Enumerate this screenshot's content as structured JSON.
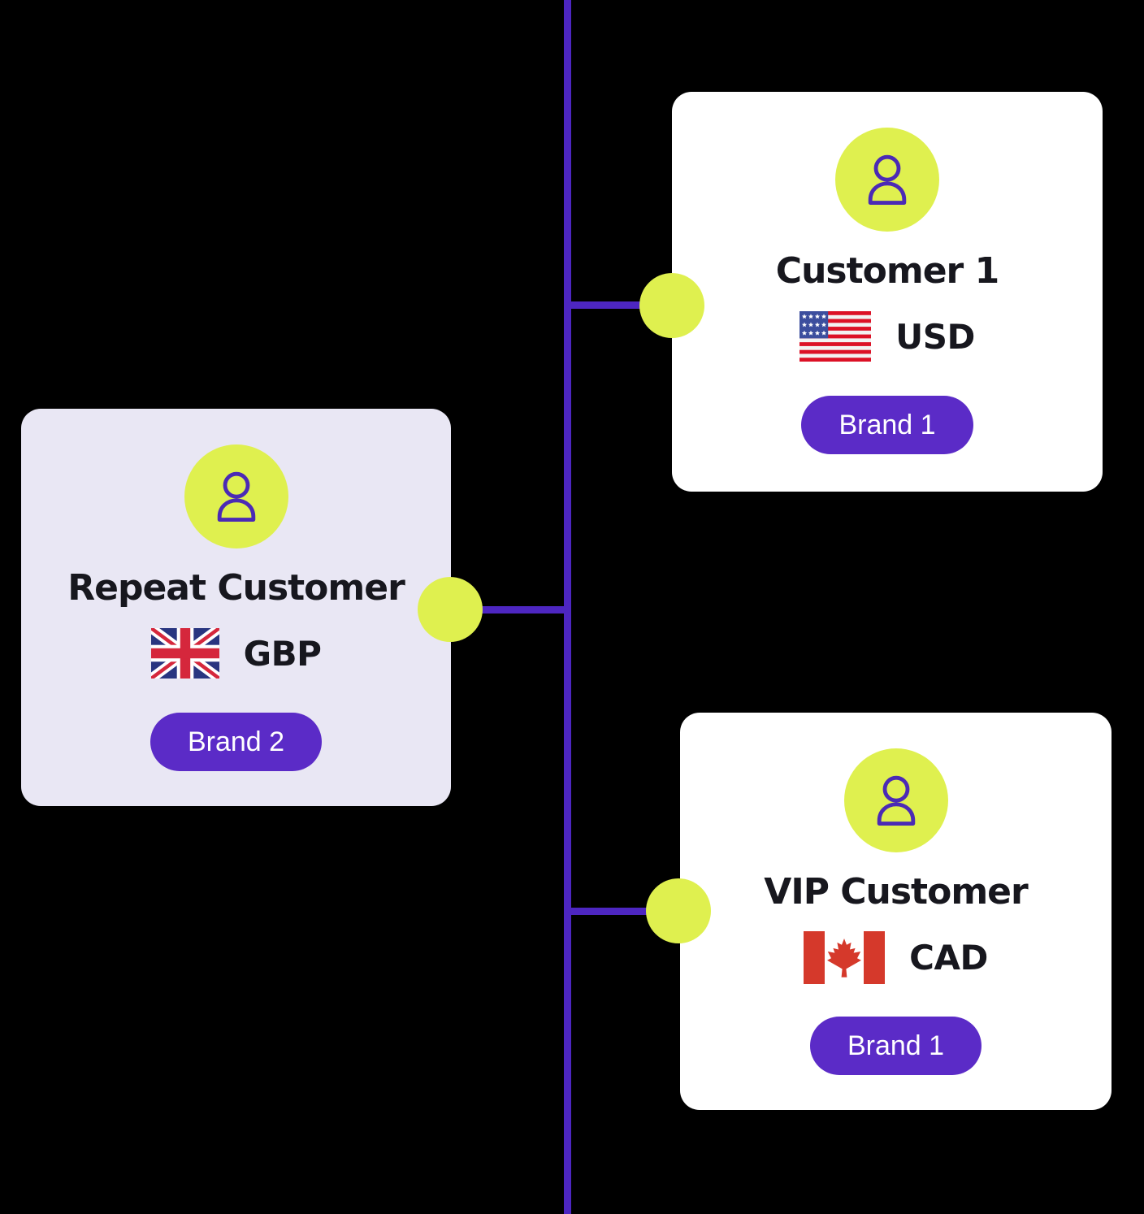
{
  "colors": {
    "background": "#000000",
    "connector_purple": "#4D26C1",
    "node_lime": "#DFF04F",
    "badge_purple": "#5B2BC7",
    "card_white": "#FFFFFF",
    "card_lavender": "#E9E7F4",
    "text_dark": "#17171E",
    "avatar_outline_purple": "#4B2AB5",
    "us_flag_red": "#DC1126",
    "us_flag_blue": "#3C4E9E",
    "gb_flag_navy": "#293580",
    "gb_flag_red": "#D5273C",
    "ca_flag_red": "#D5392B"
  },
  "cards": [
    {
      "title": "Customer 1",
      "currency": "USD",
      "flag_icon": "us-flag-icon",
      "brand": "Brand 1"
    },
    {
      "title": "Repeat Customer",
      "currency": "GBP",
      "flag_icon": "gb-flag-icon",
      "brand": "Brand 2"
    },
    {
      "title": "VIP Customer",
      "currency": "CAD",
      "flag_icon": "ca-flag-icon",
      "brand": "Brand 1"
    }
  ]
}
